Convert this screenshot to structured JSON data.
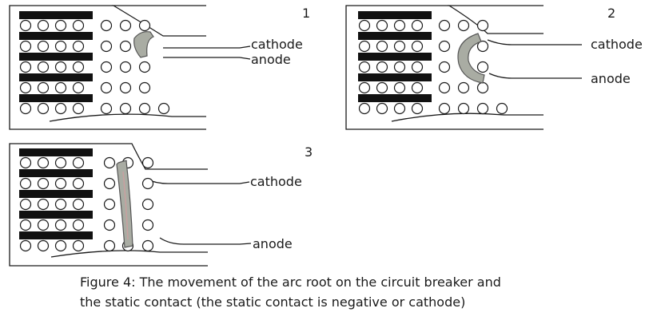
{
  "panels": [
    {
      "number": "1",
      "cathode_label": "cathode",
      "anode_label": "anode"
    },
    {
      "number": "2",
      "cathode_label": "cathode",
      "anode_label": "anode"
    },
    {
      "number": "3",
      "cathode_label": "cathode",
      "anode_label": "anode"
    }
  ],
  "caption": {
    "line1": "Figure 4: The movement of the arc root on the circuit breaker and",
    "line2": "the static contact (the static contact is negative or cathode)"
  },
  "colors": {
    "line": "#1a1a1a",
    "plate": "#111111",
    "arc": "#a9aca3",
    "arc_stroke": "#555555",
    "arc_core": "#c9a0a0"
  }
}
